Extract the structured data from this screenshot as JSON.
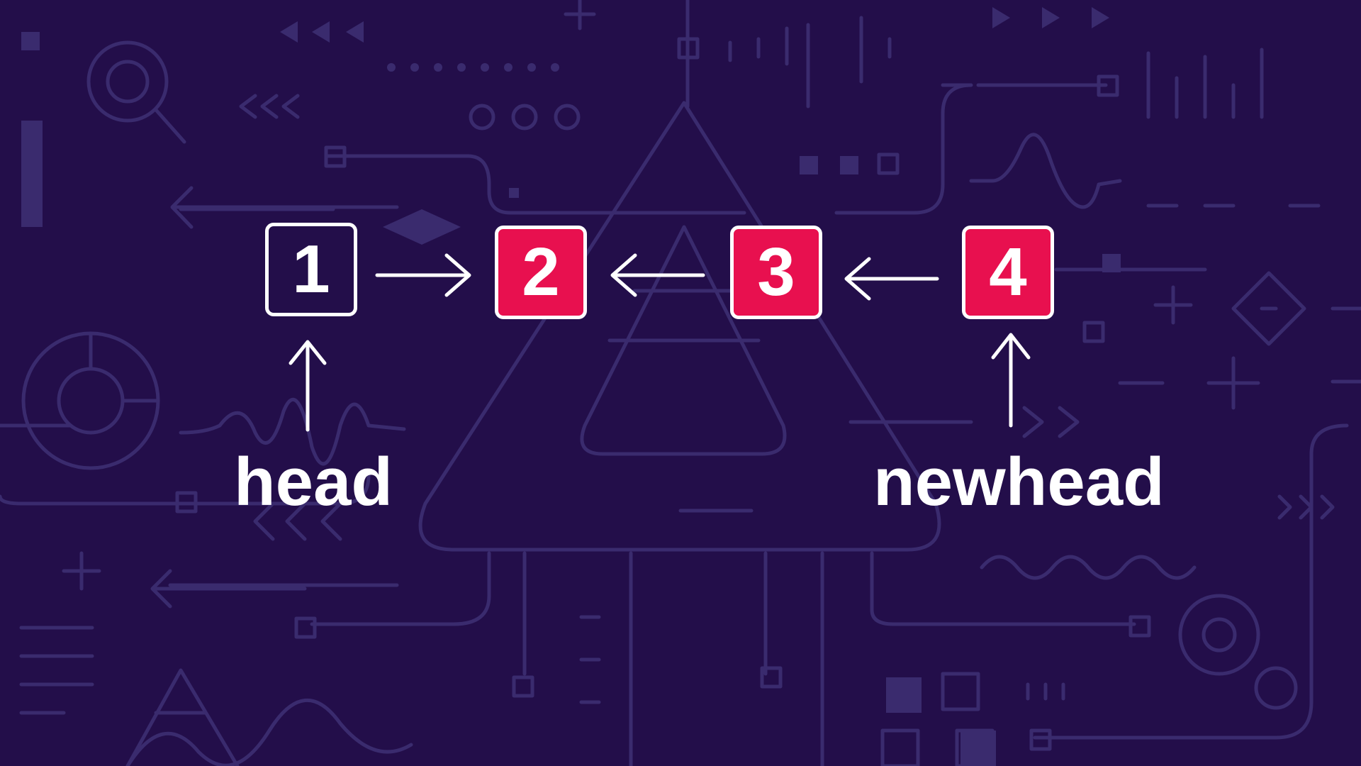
{
  "colors": {
    "background": "#230e4a",
    "decoration": "#3a2b6e",
    "highlight_node": "#e8104f",
    "stroke": "#ffffff"
  },
  "nodes": [
    {
      "label": "1",
      "style": "outline"
    },
    {
      "label": "2",
      "style": "highlight"
    },
    {
      "label": "3",
      "style": "highlight"
    },
    {
      "label": "4",
      "style": "highlight"
    }
  ],
  "links": [
    {
      "from": "1",
      "to": "2"
    },
    {
      "from": "3",
      "to": "2"
    },
    {
      "from": "4",
      "to": "3"
    }
  ],
  "pointers": {
    "head": {
      "label": "head",
      "target": "1"
    },
    "newhead": {
      "label": "newhead",
      "target": "4"
    }
  }
}
